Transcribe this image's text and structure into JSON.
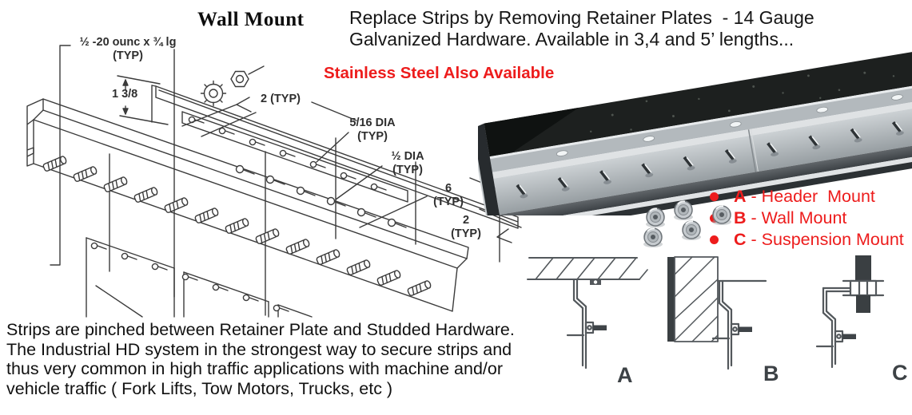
{
  "colors": {
    "red": "#ed1c1c",
    "ink": "#1a1a1a",
    "line": "#3b3b3b",
    "diagline": "#53585c"
  },
  "drawing": {
    "title": "Wall Mount",
    "callouts": {
      "stud_spec": "½ -20 ounc x ¾ lg\n(TYP)",
      "dim_1_3_8": "1 3/8",
      "dim_2_top": "2 (TYP)",
      "dia_5_16": "5/16 DIA\n(TYP)",
      "dia_1_2": "½ DIA\n(TYP)",
      "dim_6": "6\n(TYP)",
      "dim_2_right": "2\n(TYP)"
    }
  },
  "intro": {
    "lines": [
      "Replace Strips by Removing Retainer Plates  - 14 Gauge",
      "Galvanized Hardware. Available in 3,4 and 5’ lengths..."
    ]
  },
  "stainless_note": "Stainless Steel Also Available",
  "mounts": {
    "items": [
      {
        "letter": "A",
        "text": "- Header  Mount"
      },
      {
        "letter": "B",
        "text": "- Wall Mount"
      },
      {
        "letter": "C",
        "text": "- Suspension Mount"
      }
    ]
  },
  "diagram_labels": {
    "a": "A",
    "b": "B",
    "c": "C"
  },
  "body_text": {
    "lines": [
      "Strips are pinched between Retainer Plate and Studded Hardware.",
      "The Industrial HD system in the strongest way to secure strips and",
      "thus very common in high traffic applications with machine and/or",
      "vehicle traffic ( Fork Lifts, Tow Motors, Trucks, etc )"
    ]
  }
}
